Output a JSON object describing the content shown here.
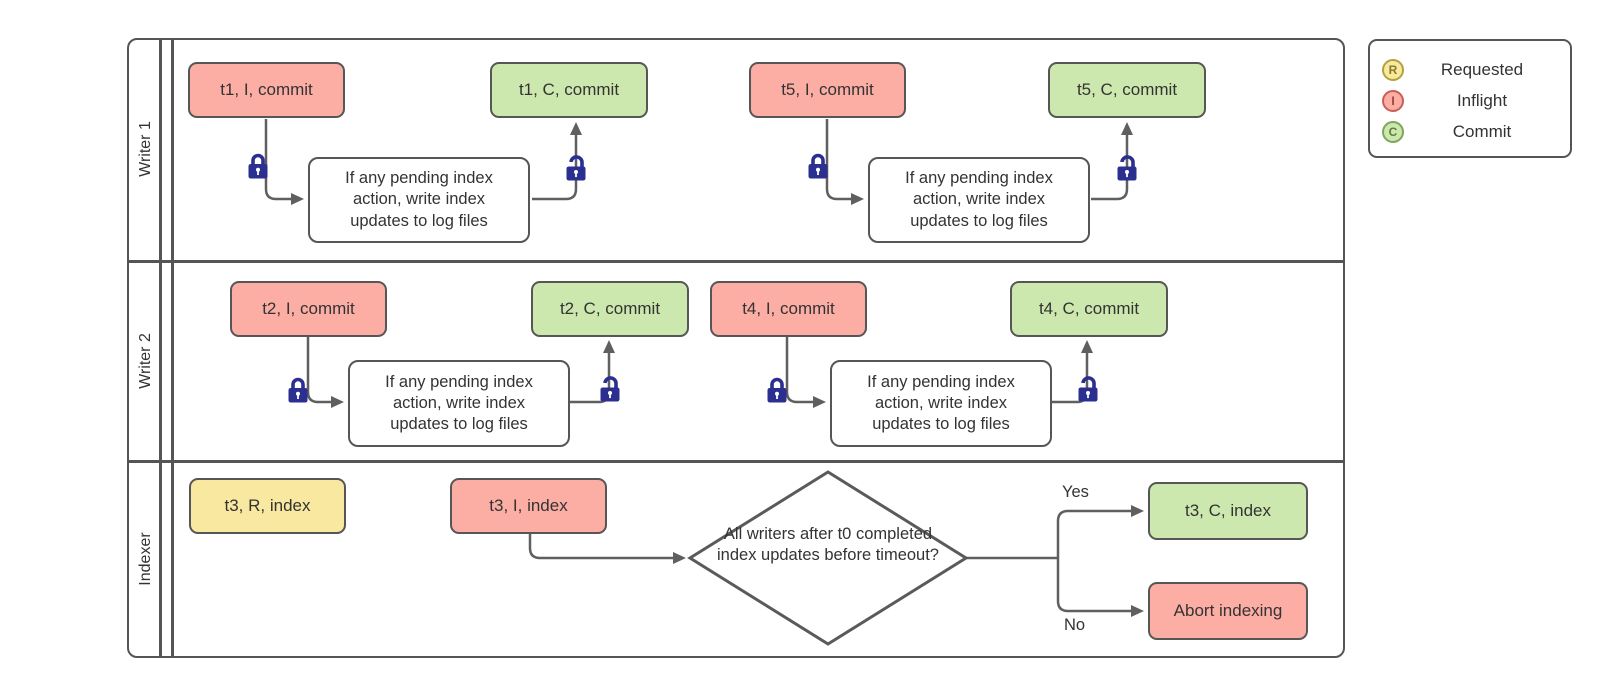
{
  "legend": {
    "items": [
      {
        "symbol": "R",
        "label": "Requested",
        "fill": "#f8e8a0",
        "border": "#b3a23c",
        "symbol_color": "#8a7a28"
      },
      {
        "symbol": "I",
        "label": "Inflight",
        "fill": "#fcaea4",
        "border": "#c75f56",
        "symbol_color": "#9c4038"
      },
      {
        "symbol": "C",
        "label": "Commit",
        "fill": "#cde8ae",
        "border": "#7ca75a",
        "symbol_color": "#5d7d3d"
      }
    ]
  },
  "pool": {
    "lanes": [
      {
        "label": "Writer 1",
        "nodes": {
          "t1_inflight": "t1, I, commit",
          "process_left": "If any pending index action, write index updates to log files",
          "t1_commit": "t1, C, commit",
          "t5_inflight": "t5, I, commit",
          "process_right": "If any pending index action, write index updates to log files",
          "t5_commit": "t5, C, commit"
        }
      },
      {
        "label": "Writer 2",
        "nodes": {
          "t2_inflight": "t2, I, commit",
          "process_left": "If any pending index action, write index updates to log files",
          "t2_commit": "t2, C, commit",
          "t4_inflight": "t4, I, commit",
          "process_right": "If any pending index action, write index updates to log files",
          "t4_commit": "t4, C, commit"
        }
      },
      {
        "label": "Indexer",
        "nodes": {
          "t3_requested": "t3, R, index",
          "t3_inflight": "t3, I, index",
          "decision": "All writers after t0 completed index updates before timeout?",
          "yes": "Yes",
          "no": "No",
          "t3_commit": "t3, C, index",
          "abort": "Abort indexing"
        }
      }
    ]
  },
  "colors": {
    "requested_fill": "#f8e8a0",
    "inflight_fill": "#fcaea4",
    "commit_fill": "#cde8ae",
    "process_fill": "#ffffff",
    "node_border": "#565656",
    "connector": "#5f5f5f",
    "lane_border": "#555555",
    "lock": "#2b2f90"
  }
}
